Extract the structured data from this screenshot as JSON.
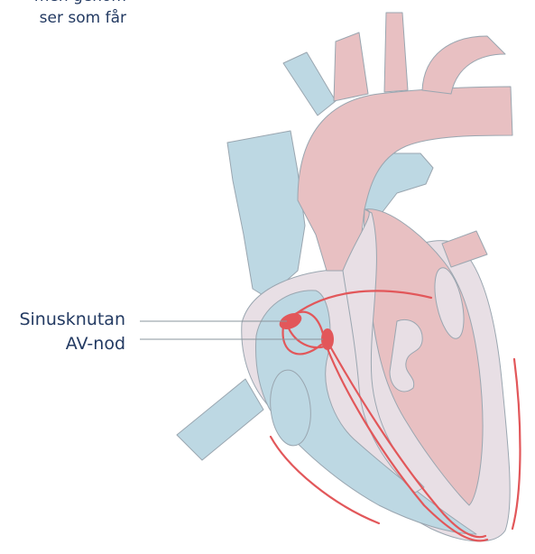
{
  "intro_text": {
    "line1": "men genom",
    "line2": "ser som får"
  },
  "labels": {
    "sinus_node": "Sinusknutan",
    "av_node": "AV-nod"
  },
  "colors": {
    "text": "#233a62",
    "blue_vessel": "#bdd8e3",
    "red_vessel": "#e8c0c2",
    "wall": "#e8dfe5",
    "outline": "#9aa6b0",
    "conduction": "#e2575a",
    "leader_line": "#8a949c"
  }
}
